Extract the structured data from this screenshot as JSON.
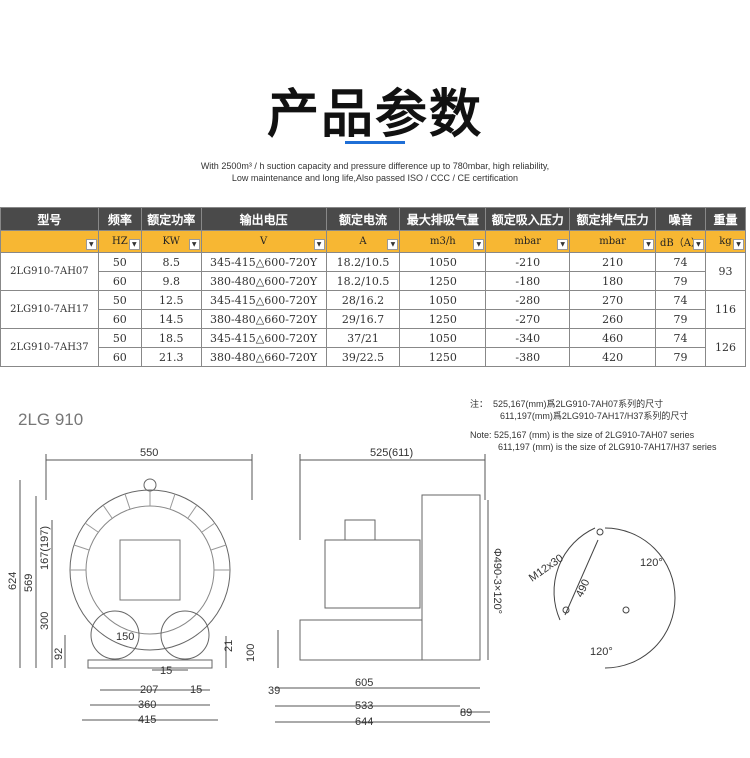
{
  "page_title": "产品参数",
  "subtitle_line1": "With 2500m³ / h suction capacity and pressure difference up to 780mbar, high reliability,",
  "subtitle_line2": "Low maintenance and long life,Also passed ISO / CCC / CE certification",
  "table": {
    "headers": [
      "型号",
      "频率",
      "额定功率",
      "输出电压",
      "额定电流",
      "最大排吸气量",
      "额定吸入压力",
      "额定排气压力",
      "噪音",
      "重量"
    ],
    "units": [
      "",
      "HZ",
      "KW",
      "V",
      "A",
      "m3/h",
      "mbar",
      "mbar",
      "dB（A）",
      "kg"
    ],
    "models": [
      {
        "name": "2LG910-7AH07",
        "weight": "93",
        "rows": [
          {
            "hz": "50",
            "kw": "8.5",
            "v": "345-415△600-720Y",
            "a": "18.2/10.5",
            "flow": "1050",
            "suction": "-210",
            "exhaust": "210",
            "noise": "74"
          },
          {
            "hz": "60",
            "kw": "9.8",
            "v": "380-480△600-720Y",
            "a": "18.2/10.5",
            "flow": "1250",
            "suction": "-180",
            "exhaust": "180",
            "noise": "79"
          }
        ]
      },
      {
        "name": "2LG910-7AH17",
        "weight": "116",
        "rows": [
          {
            "hz": "50",
            "kw": "12.5",
            "v": "345-415△600-720Y",
            "a": "28/16.2",
            "flow": "1050",
            "suction": "-280",
            "exhaust": "270",
            "noise": "74"
          },
          {
            "hz": "60",
            "kw": "14.5",
            "v": "380-480△660-720Y",
            "a": "29/16.7",
            "flow": "1250",
            "suction": "-270",
            "exhaust": "260",
            "noise": "79"
          }
        ]
      },
      {
        "name": "2LG910-7AH37",
        "weight": "126",
        "rows": [
          {
            "hz": "50",
            "kw": "18.5",
            "v": "345-415△600-720Y",
            "a": "37/21",
            "flow": "1050",
            "suction": "-340",
            "exhaust": "460",
            "noise": "74"
          },
          {
            "hz": "60",
            "kw": "21.3",
            "v": "380-480△660-720Y",
            "a": "39/22.5",
            "flow": "1250",
            "suction": "-380",
            "exhaust": "420",
            "noise": "79"
          }
        ]
      }
    ]
  },
  "drawing": {
    "series_label": "2LG 910",
    "note_cn_1": "注：  525,167(mm)爲2LG910-7AH07系列的尺寸",
    "note_cn_2": "611,197(mm)爲2LG910-7AH17/H37系列的尺寸",
    "note_en_1": "Note: 525,167 (mm) is the size of 2LG910-7AH07 series",
    "note_en_2": "611,197 (mm) is the size of 2LG910-7AH17/H37 series",
    "dims": {
      "w550": "550",
      "w525": "525(611)",
      "h624": "624",
      "h569": "569",
      "h167": "167(197)",
      "h300": "300",
      "h92": "92",
      "d150": "150",
      "h21": "21",
      "h100": "100",
      "w15a": "15",
      "w207": "207",
      "w15b": "15",
      "w360": "360",
      "w415": "415",
      "w39": "39",
      "w605": "605",
      "w533": "533",
      "w644": "644",
      "w89": "89",
      "flange": "Φ490-3×120°",
      "bolt": "M12x30",
      "pcd": "490",
      "ang1": "120°",
      "ang2": "120°"
    }
  },
  "colors": {
    "header_bg": "#4a4a4a",
    "unit_bg": "#f7b733",
    "accent": "#1f6fd6"
  }
}
